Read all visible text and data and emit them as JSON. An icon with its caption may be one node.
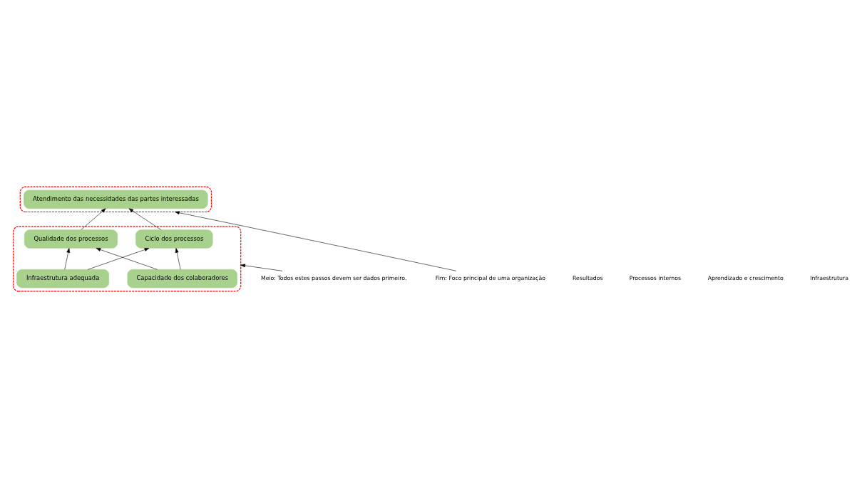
{
  "diagram": {
    "nodes": [
      {
        "text": [],
        "shape": "ellipse"
      },
      {
        "text": [
          "Atendimento das necessidades das partes interessadas"
        ],
        "in": 0
      },
      {
        "text": [],
        "shape": "ellipse"
      },
      {
        "text": [
          "Qualidade dos processos"
        ],
        "in": 2
      },
      {
        "text": [
          "Ciclo dos processos"
        ],
        "in": 2
      },
      {
        "text": [
          "Capacidade dos colaboradores"
        ],
        "in": 2
      },
      {
        "text": [
          "Infraestrutura adequada"
        ],
        "in": 2
      },
      {
        "text": [
          "Fim: Foco principal de uma organização"
        ]
      },
      {
        "text": [
          "Meio: Todos estes passos devem ser dados primeiro."
        ]
      }
    ],
    "edges": [
      {
        "from": 3,
        "to": 1,
        "arrow": "to"
      },
      {
        "from": 4,
        "to": 1,
        "arrow": "to"
      },
      {
        "from": 5,
        "to": 3,
        "arrow": "to"
      },
      {
        "from": 5,
        "to": 4,
        "arrow": "to"
      },
      {
        "from": 6,
        "to": 3,
        "arrow": "to"
      },
      {
        "from": 6,
        "to": 4,
        "arrow": "to"
      },
      {
        "from": 7,
        "to": 0,
        "arrow": "to"
      },
      {
        "from": 8,
        "to": 2,
        "arrow": "to"
      }
    ],
    "labels": [
      "Resultados",
      "Processos internos",
      "Aprendizado e crescimento",
      "Infraestrutura"
    ]
  }
}
